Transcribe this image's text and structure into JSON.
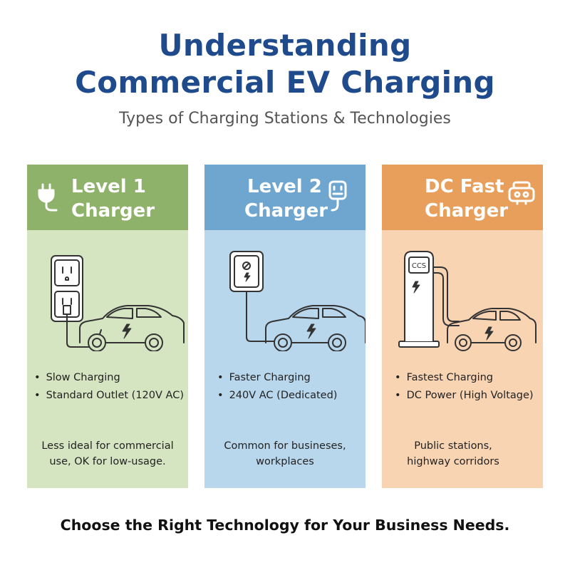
{
  "title_line1": "Understanding",
  "title_line2": "Commercial EV Charging",
  "subtitle": "Types of Charging Stations & Technologies",
  "colors": {
    "title": "#1f4a8c",
    "level1_header": "#8fb26a",
    "level1_body": "#d5e4c1",
    "level2_header": "#6ea6cf",
    "level2_body": "#b9d7ec",
    "dc_header": "#e89f5c",
    "dc_body": "#f8d4b3"
  },
  "cards": [
    {
      "title_line1": "Level 1",
      "title_line2": "Charger",
      "header_icon": "plug-icon",
      "illustration": "wall-outlet-car",
      "bullets": [
        "Slow Charging",
        "Standard Outlet (120V AC)"
      ],
      "note_line1": "Less ideal for commercial",
      "note_line2": "use, OK for low-usage."
    },
    {
      "title_line1": "Level 2",
      "title_line2": "Charger",
      "header_icon": "connector-icon",
      "illustration": "wall-charger-car",
      "bullets": [
        "Faster Charging",
        "240V AC (Dedicated)"
      ],
      "note_line1": "Common for busineses,",
      "note_line2": "workplaces"
    },
    {
      "title_line1": "DC Fast",
      "title_line2": "Charger",
      "header_icon": "dc-connector-icon",
      "illustration": "fast-charging-station-car",
      "station_label": "CCS",
      "bullets": [
        "Fastest Charging",
        "DC Power (High Voltage)"
      ],
      "note_line1": "Public stations,",
      "note_line2": "highway corridors"
    }
  ],
  "footer": "Choose the Right Technology for Your Business Needs."
}
